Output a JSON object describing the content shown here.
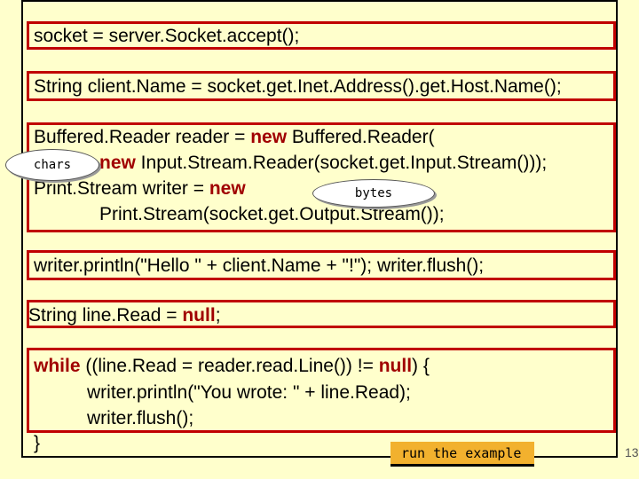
{
  "lines": {
    "l1": "socket = server.Socket.accept();",
    "l2": "String client.Name = socket.get.Inet.Address().get.Host.Name();",
    "l3a": "Buffered.Reader reader = ",
    "l3kw": "new",
    "l3b": " Buffered.Reader(",
    "l4kw": "new",
    "l4b": " Input.Stream.Reader(socket.get.Input.Stream()));",
    "l5a": "Print.Stream writer = ",
    "l5kw": "new",
    "l6": "Print.Stream(socket.get.Output.Stream());",
    "l7": "writer.println(\"Hello \" + client.Name + \"!\"); writer.flush();",
    "l8a": "String line.Read = ",
    "l8kw": "null",
    "l8b": ";",
    "l9kw": "while",
    "l9a": " ((line.Read = reader.read.Line()) != ",
    "l9kw2": "null",
    "l9b": ") {",
    "l10": "writer.println(\"You wrote: \" + line.Read);",
    "l11": "writer.flush();",
    "l12": "}"
  },
  "callouts": {
    "chars": "chars",
    "bytes": "bytes"
  },
  "run_button": "run the example",
  "slide_number": "13"
}
